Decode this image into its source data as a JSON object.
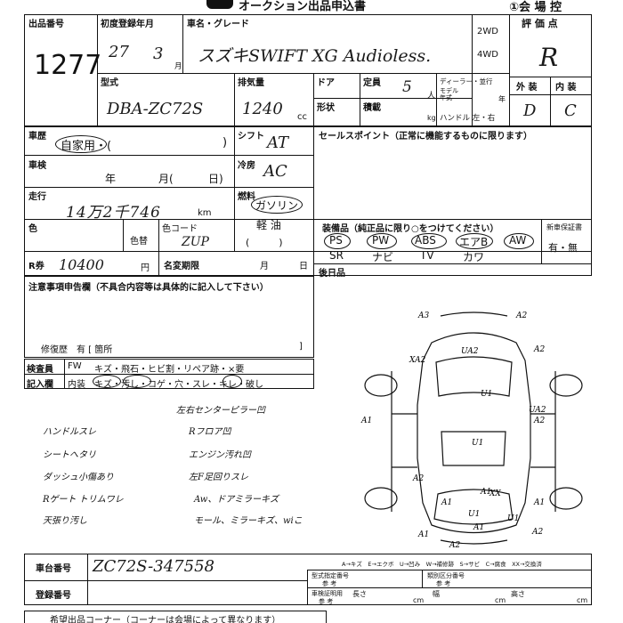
{
  "header": {
    "title": "オークション出品申込書",
    "venue_label": "①会 場 控"
  },
  "lot": {
    "label": "出品番号",
    "value": "1277"
  },
  "first_reg": {
    "label": "初度登録年月",
    "year": "27",
    "month": "3",
    "month_unit": "月"
  },
  "name_grade": {
    "label": "車名・グレード",
    "value": "スズキSWIFT XG Audioless."
  },
  "drive": {
    "opt1": "2WD",
    "opt2": "4WD"
  },
  "rating": {
    "label": "評 価 点",
    "value": "R"
  },
  "model": {
    "label": "型式",
    "value": "DBA-ZC72S"
  },
  "displacement": {
    "label": "排気量",
    "value": "1240",
    "unit": "cc"
  },
  "door": {
    "label": "ドア"
  },
  "capacity": {
    "label": "定員",
    "value": "5",
    "unit": "人"
  },
  "dealer": {
    "label": "ディーラー・並行",
    "model_year": "モデル\n年式",
    "year_unit": "年"
  },
  "shape": {
    "label": "形状"
  },
  "load": {
    "label": "積載",
    "unit": "kg"
  },
  "handle": {
    "label": "ハンドル 左・右"
  },
  "exterior": {
    "label": "外 装",
    "value": "D"
  },
  "interior": {
    "label": "内 装",
    "value": "C"
  },
  "usage": {
    "label": "車歴",
    "value": "自家用・(",
    "close": ")"
  },
  "shift": {
    "label": "シフト",
    "value": "AT"
  },
  "sales_point": {
    "label": "セールスポイント（正常に機能するものに限ります）"
  },
  "inspection": {
    "label": "車検",
    "year": "年",
    "month": "月(",
    "day": "日)"
  },
  "aircon": {
    "label": "冷房",
    "value": "AC"
  },
  "mileage": {
    "label": "走行",
    "value": "14万2千746",
    "unit": "km"
  },
  "fuel": {
    "label": "燃料",
    "gas": "ガソリン",
    "diesel": "軽 油",
    "paren": "(　　　)"
  },
  "color": {
    "label": "色",
    "color_change": "色替",
    "color_code_label": "色コード",
    "color_code": "ZUP"
  },
  "equipment": {
    "label": "装備品（純正品に限り○をつけてください）",
    "items_top": [
      "PS",
      "PW",
      "ABS",
      "エアB",
      "AW"
    ],
    "items_bottom": [
      "SR",
      "ナビ",
      "TV",
      "カワ"
    ]
  },
  "warranty": {
    "label": "新車保証書",
    "value": "有・無"
  },
  "recycle": {
    "label": "R券",
    "value": "10400",
    "unit": "円"
  },
  "name_change": {
    "label": "名変期限",
    "month": "月",
    "day": "日"
  },
  "back_day": {
    "label": "後日品"
  },
  "notes": {
    "label": "注意事項申告欄（不具合内容等は具体的に記入して下さい）",
    "repair": "修復歴　有 [ 箇所",
    "repair_close": "]"
  },
  "inspector": {
    "label1": "検査員",
    "label2": "記入欄",
    "row1_head": "FW",
    "row1": "キズ・飛石・ヒビ割・リペア跡・×要",
    "row2_head": "内装",
    "row2": "キズ・汚し・コゲ・穴・スレ・キレ・破し"
  },
  "handwritten_notes": [
    "ハンドルスレ",
    "シートへタリ",
    "ダッシュ小傷あり",
    "Rゲート トリムワレ",
    "天張り汚し",
    "左右センターピラー凹",
    "Rフロア凹",
    "エンジン汚れ凹",
    "左F足回りスレ",
    "Aw、ドアミラーキズ",
    "モール、ミラーキズ、wiこ"
  ],
  "damage_marks": [
    "A3",
    "A2",
    "A2",
    "XA2",
    "UA2",
    "A1",
    "U1",
    "U1",
    "A2",
    "UA2",
    "U1",
    "A1",
    "A2",
    "XX",
    "A1",
    "A1",
    "A2",
    "A1",
    "A2",
    "U1",
    "A1"
  ],
  "legend": "A→キズ　E→エクボ　U→凹み　W→補修跡　S→サビ　C→腐食　XX→交換済",
  "chassis": {
    "label": "車台番号",
    "value": "ZC72S-347558"
  },
  "registration": {
    "label": "登録番号"
  },
  "form_type": {
    "label": "型式指定番号",
    "sub": "参 考"
  },
  "class_no": {
    "label": "類別区分番号",
    "sub": "参 考"
  },
  "cert": {
    "label": "車検証明用",
    "sub": "参 考"
  },
  "dims": {
    "length": "長さ",
    "width": "幅",
    "height": "高さ",
    "unit": "cm"
  },
  "footer": {
    "text": "希望出品コーナー（コーナーは会場によって異なります）"
  }
}
